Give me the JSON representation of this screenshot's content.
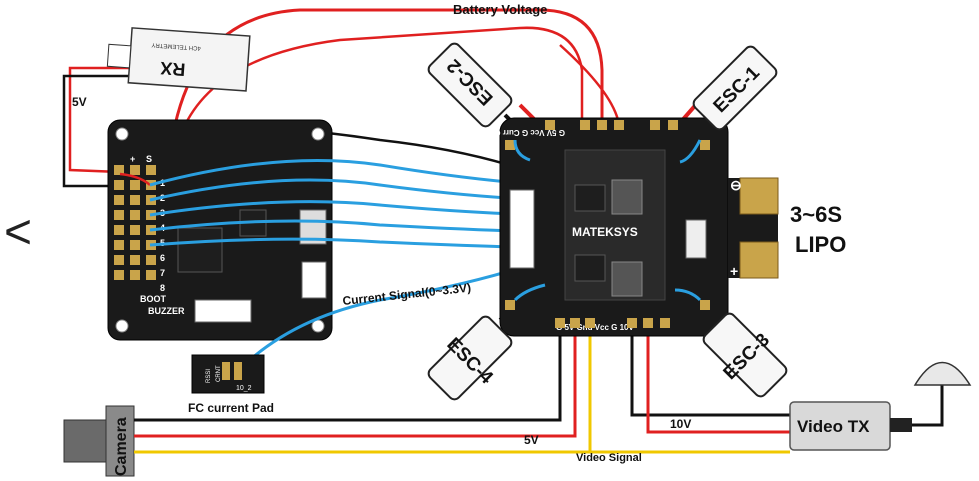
{
  "labels": {
    "battery_voltage": "Battery Voltage",
    "five_v_top": "5V",
    "current_signal": "Current Signal(0~3.3V)",
    "fc_current_pad": "FC current Pad",
    "lipo_line1": "3~6S",
    "lipo_line2": "LIPO",
    "five_v_bottom": "5V",
    "video_signal": "Video Signal",
    "ten_v": "10V",
    "video_tx": "Video TX",
    "camera": "Camera",
    "rx": "RX",
    "rx_sub": "4CH TELEMETRY",
    "esc1": "ESC-1",
    "esc2": "ESC-2",
    "esc3": "ESC-3",
    "esc4": "ESC-4",
    "pdb_brand": "MATEKSYS",
    "pdb_bottom_pins": "G  5V  Gnd  Vcc  G  10V",
    "pdb_top_pins": "G  5V  Vcc  G  Curr  G",
    "boot": "BOOT",
    "buzzer": "BUZZER",
    "pad_rssi": "RSSI",
    "pad_crnt": "CRNT",
    "pad_code": "10_2",
    "fc_pin_labels": [
      "+",
      "S",
      "1",
      "2",
      "3",
      "4",
      "5",
      "6",
      "7",
      "8"
    ],
    "arrow": "<"
  },
  "colors": {
    "red_wire": "#e02020",
    "black_wire": "#111111",
    "blue_wire": "#2a9fe0",
    "yellow_wire": "#f0c800",
    "board": "#1a1a1a",
    "gold": "#c9a44a",
    "gray_box": "#d9d9d9"
  }
}
